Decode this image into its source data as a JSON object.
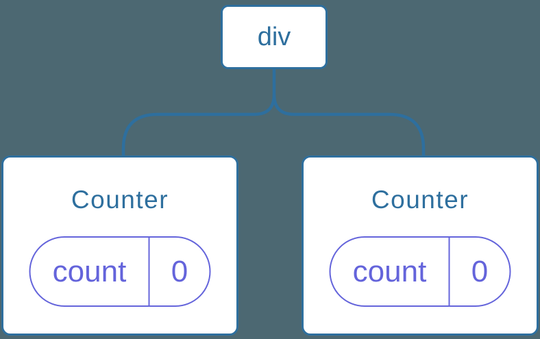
{
  "diagram": {
    "description": "React component tree diagram",
    "colors": {
      "background": "#4C6872",
      "node_border_and_text": "#2E6F9E",
      "state_pill": "#6464DB",
      "node_fill": "#FFFFFF"
    },
    "root": {
      "label": "div"
    },
    "children": [
      {
        "title": "Counter",
        "state": {
          "key": "count",
          "value": "0"
        }
      },
      {
        "title": "Counter",
        "state": {
          "key": "count",
          "value": "0"
        }
      }
    ]
  }
}
